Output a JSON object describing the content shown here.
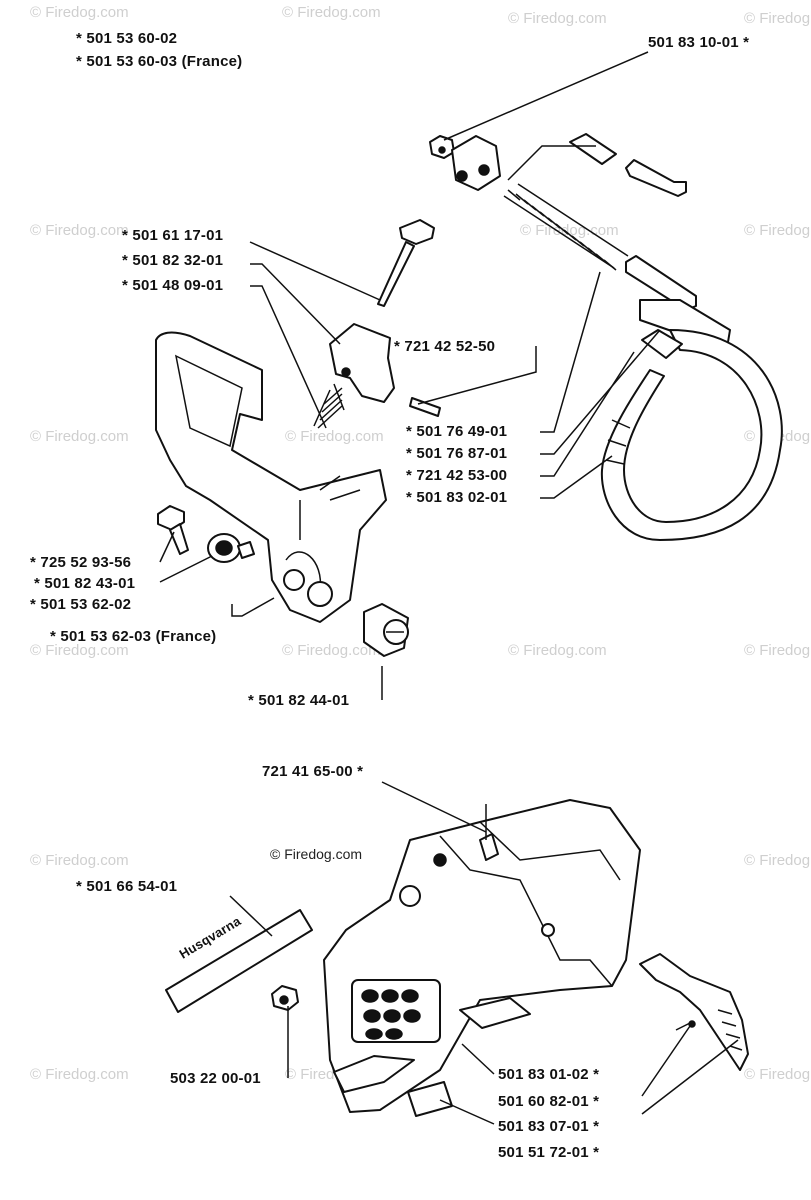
{
  "watermark": {
    "text": "© Firedog.com",
    "icon": "copyright-icon",
    "positions_note": "repeated"
  },
  "credit": "© Firedog.com",
  "labels": {
    "p501536002": "*                501 53 60-02",
    "p501536003": "*                501 53 60-03 (France)",
    "p501831001": "501 83 10-01  *",
    "p501611701": "*  501 61 17-01",
    "p501823201": "*  501 82 32-01",
    "p501480901": "*  501 48 09-01",
    "p721425250": "*  721 42 52-50",
    "p501764901": "*  501 76 49-01",
    "p501768701": "*  501 76 87-01",
    "p721425300": "*  721 42 53-00",
    "p501830201": "*  501 83 02-01",
    "p725529356": "*  725 52 93-56",
    "p501824301": "*  501 82 43-01",
    "p501536202": "*  501 53 62-02",
    "p501536203": "*  501 53 62-03 (France)",
    "p501824401": "*  501 82 44-01",
    "p721416500": "721 41 65-00  *",
    "p501665401": "*  501 66 54-01",
    "p503220001": "503 22 00-01",
    "p501830102": "501 83 01-02  *",
    "p501608201": "501 60 82-01  *",
    "p501830701": "501 83 07-01  *",
    "p501517201": "501 51 72-01  *"
  },
  "decal_text": "Husqvarna"
}
